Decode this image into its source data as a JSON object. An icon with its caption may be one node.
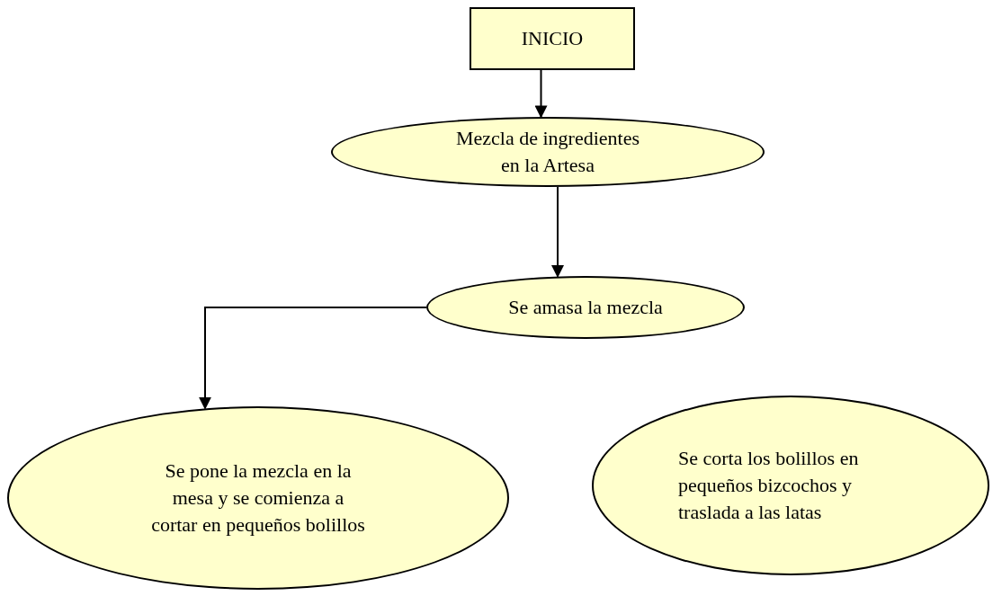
{
  "diagram": {
    "nodes": [
      {
        "text": [
          "INICIO"
        ]
      },
      {
        "text": [
          "Mezcla de ingredientes en la Artesa"
        ]
      },
      {
        "text": [
          "Se amasa la mezcla"
        ]
      },
      {
        "text": [
          "Se pone la mezcla en la mesa y se comienza a cortar en pequeños bolillos"
        ]
      },
      {
        "text": [
          "Se corta los bolillos en pequeños bizcochos y traslada a las latas"
        ]
      }
    ],
    "edges": [
      {
        "from": 0,
        "to": 1,
        "arrow": "to"
      },
      {
        "from": 1,
        "to": 2,
        "arrow": "to"
      },
      {
        "from": 2,
        "to": 3,
        "arrow": "to"
      }
    ]
  }
}
